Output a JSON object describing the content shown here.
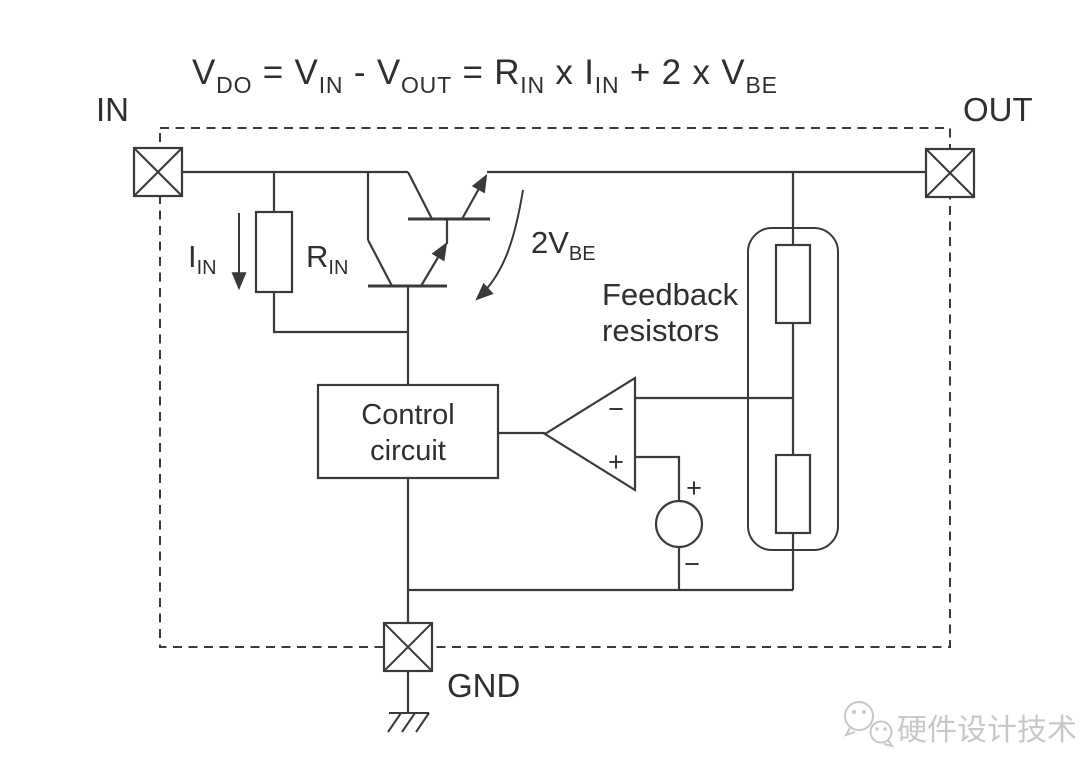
{
  "formula": {
    "parts": [
      {
        "text": "V"
      },
      {
        "text": "DO"
      },
      {
        "text": " = V"
      },
      {
        "text": "IN"
      },
      {
        "text": " - V"
      },
      {
        "text": "OUT"
      },
      {
        "text": " = R"
      },
      {
        "text": "IN"
      },
      {
        "text": " x I"
      },
      {
        "text": "IN"
      },
      {
        "text": " + 2 x V"
      },
      {
        "text": "BE"
      }
    ]
  },
  "pins": {
    "in_label": "IN",
    "out_label": "OUT",
    "gnd_label": "GND"
  },
  "components": {
    "current_label": {
      "main": "I",
      "sub": "IN"
    },
    "resistor_label": {
      "main": "R",
      "sub": "IN"
    },
    "vbe_label": {
      "main": "2V",
      "sub": "BE"
    },
    "feedback_label": {
      "line1": "Feedback",
      "line2": "resistors"
    },
    "control_label": {
      "line1": "Control",
      "line2": "circuit"
    },
    "opamp": {
      "minus": "−",
      "plus": "+"
    },
    "vref": {
      "plus": "+",
      "minus": "−"
    }
  },
  "watermark": {
    "text": "硬件设计技术"
  },
  "colors": {
    "line": "#3a3a3a",
    "text": "#2f2f2f",
    "background": "#ffffff",
    "watermark": "#c8c8c8"
  }
}
